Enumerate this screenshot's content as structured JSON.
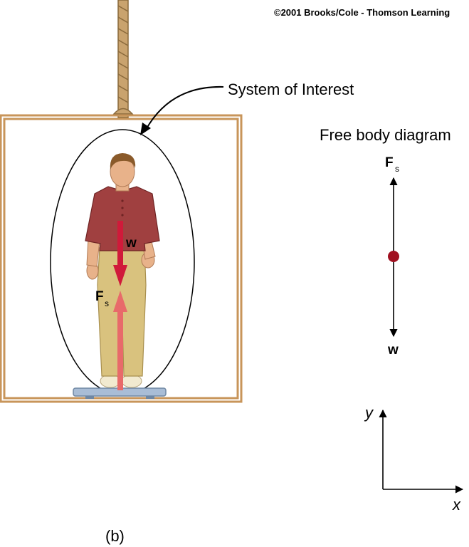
{
  "copyright": "©2001 Brooks/Cole - Thomson Learning",
  "system_label": "System of Interest",
  "fbd_title": "Free body diagram",
  "forces": {
    "support_symbol": "F",
    "support_subscript": "s",
    "weight_symbol": "w"
  },
  "axes": {
    "y_label": "y",
    "x_label": "x"
  },
  "caption": "(b)",
  "colors": {
    "frame": "#c8955a",
    "rope": "#c9a36e",
    "shirt": "#a04040",
    "pants": "#d9c27e",
    "skin": "#e8b28a",
    "hair": "#8a5a2a",
    "weight_arrow": "#d01a3a",
    "support_arrow": "#e86a6a",
    "scale": "#a9bdd6",
    "dot": "#a01020"
  }
}
